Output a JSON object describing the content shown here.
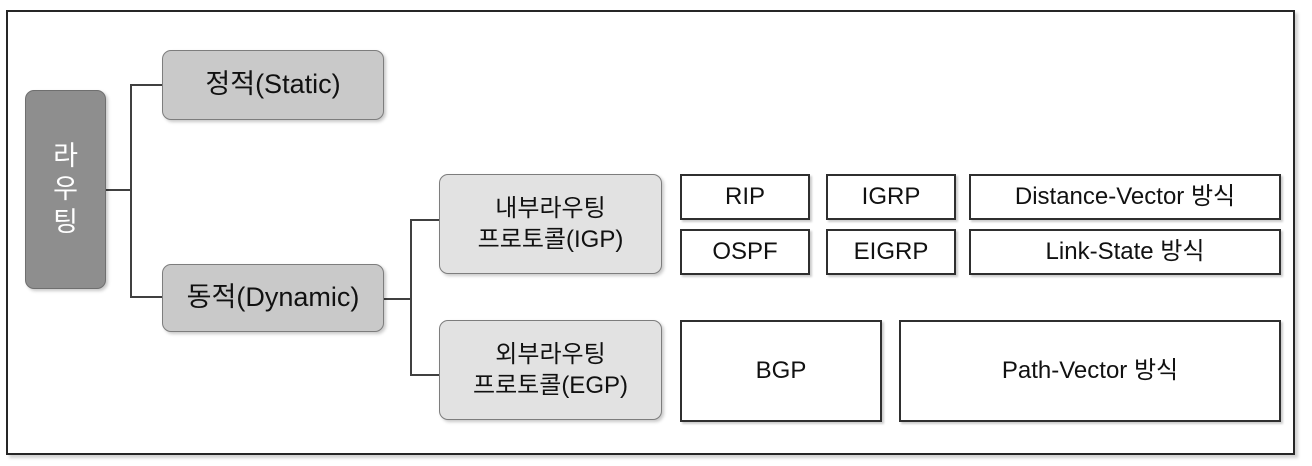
{
  "diagram": {
    "title_root": "라\n우\n팅",
    "level1": [
      {
        "label": "정적(Static)"
      },
      {
        "label": "동적(Dynamic)"
      }
    ],
    "level2": [
      {
        "label": "내부라우팅\n프로토콜(IGP)"
      },
      {
        "label": "외부라우팅\n프로토콜(EGP)"
      }
    ],
    "igp_protocols": [
      {
        "label": "RIP"
      },
      {
        "label": "IGRP"
      },
      {
        "label": "OSPF"
      },
      {
        "label": "EIGRP"
      }
    ],
    "igp_methods": [
      {
        "label": "Distance-Vector 방식"
      },
      {
        "label": "Link-State 방식"
      }
    ],
    "egp_protocols": [
      {
        "label": "BGP"
      }
    ],
    "egp_methods": [
      {
        "label": "Path-Vector 방식"
      }
    ],
    "colors": {
      "root_fill": "#8e8e8e",
      "level1_fill": "#c9c9c9",
      "level2_fill": "#e2e2e2",
      "plain_fill": "#ffffff",
      "line": "#404040",
      "frame": "#262626",
      "root_text": "#ffffff",
      "body_text": "#111111"
    }
  }
}
